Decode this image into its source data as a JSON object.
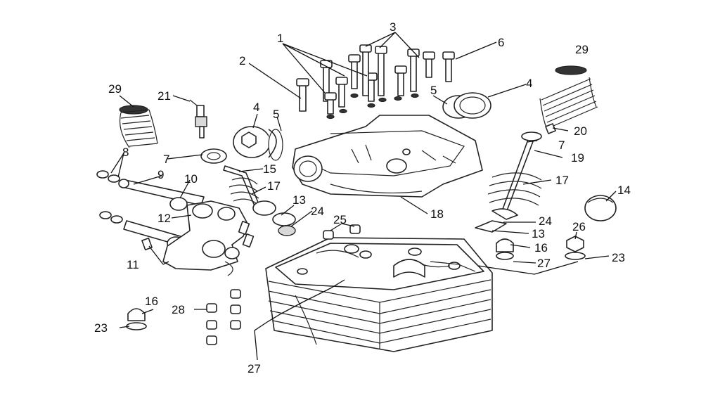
{
  "callouts": [
    {
      "id": "c1",
      "text": "1"
    },
    {
      "id": "c2",
      "text": "2"
    },
    {
      "id": "c3",
      "text": "3"
    },
    {
      "id": "c6",
      "text": "6"
    },
    {
      "id": "c29a",
      "text": "29"
    },
    {
      "id": "c29b",
      "text": "29"
    },
    {
      "id": "c21",
      "text": "21"
    },
    {
      "id": "c4a",
      "text": "4"
    },
    {
      "id": "c5a",
      "text": "5"
    },
    {
      "id": "c5b",
      "text": "5"
    },
    {
      "id": "c4b",
      "text": "4"
    },
    {
      "id": "c20",
      "text": "20"
    },
    {
      "id": "c7a",
      "text": "7"
    },
    {
      "id": "c7b",
      "text": "7"
    },
    {
      "id": "c8",
      "text": "8"
    },
    {
      "id": "c9",
      "text": "9"
    },
    {
      "id": "c10",
      "text": "10"
    },
    {
      "id": "c15",
      "text": "15"
    },
    {
      "id": "c17a",
      "text": "17"
    },
    {
      "id": "c19",
      "text": "19"
    },
    {
      "id": "c17b",
      "text": "17"
    },
    {
      "id": "c14",
      "text": "14"
    },
    {
      "id": "c13a",
      "text": "13"
    },
    {
      "id": "c24a",
      "text": "24"
    },
    {
      "id": "c18",
      "text": "18"
    },
    {
      "id": "c12",
      "text": "12"
    },
    {
      "id": "c25",
      "text": "25"
    },
    {
      "id": "c24b",
      "text": "24"
    },
    {
      "id": "c13b",
      "text": "13"
    },
    {
      "id": "c26",
      "text": "26"
    },
    {
      "id": "c16a",
      "text": "16"
    },
    {
      "id": "c23a",
      "text": "23"
    },
    {
      "id": "c27a",
      "text": "27"
    },
    {
      "id": "c11",
      "text": "11"
    },
    {
      "id": "c16b",
      "text": "16"
    },
    {
      "id": "c28",
      "text": "28"
    },
    {
      "id": "c23b",
      "text": "23"
    },
    {
      "id": "c27b",
      "text": "27"
    }
  ]
}
